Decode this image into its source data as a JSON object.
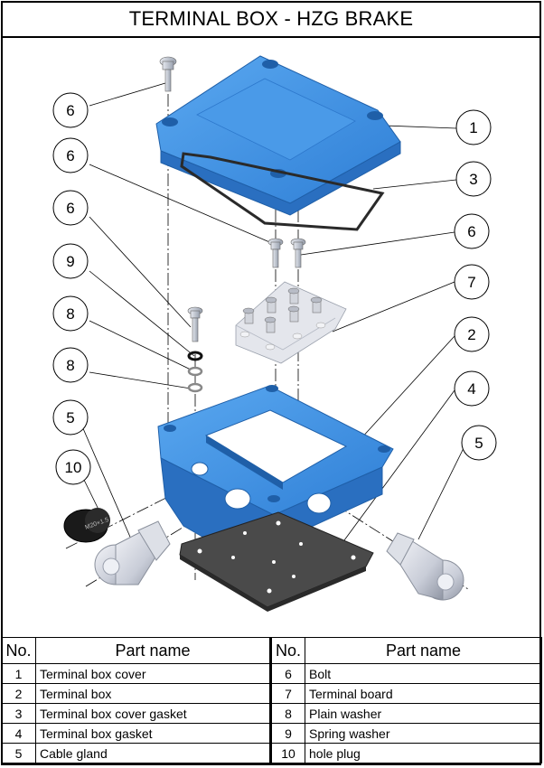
{
  "title": "TERMINAL BOX - HZG BRAKE",
  "callouts": [
    "6",
    "6",
    "6",
    "9",
    "8",
    "8",
    "5",
    "10",
    "1",
    "3",
    "6",
    "7",
    "2",
    "4",
    "5"
  ],
  "plug_marking": "M20×1.5",
  "table": {
    "headers": {
      "no": "No.",
      "part_name": "Part name"
    },
    "left_rows": [
      {
        "no": "1",
        "name": "Terminal box cover"
      },
      {
        "no": "2",
        "name": "Terminal box"
      },
      {
        "no": "3",
        "name": "Terminal box cover gasket"
      },
      {
        "no": "4",
        "name": "Terminal box gasket"
      },
      {
        "no": "5",
        "name": "Cable gland"
      }
    ],
    "right_rows": [
      {
        "no": "6",
        "name": "Bolt"
      },
      {
        "no": "7",
        "name": "Terminal board"
      },
      {
        "no": "8",
        "name": "Plain washer"
      },
      {
        "no": "9",
        "name": "Spring washer"
      },
      {
        "no": "10",
        "name": "hole plug"
      }
    ]
  },
  "colors": {
    "part_blue": "#3f8fe0",
    "part_blue_dark": "#2a6fc0",
    "gasket": "#4a4a4a",
    "metal": "#c8ccd6"
  }
}
